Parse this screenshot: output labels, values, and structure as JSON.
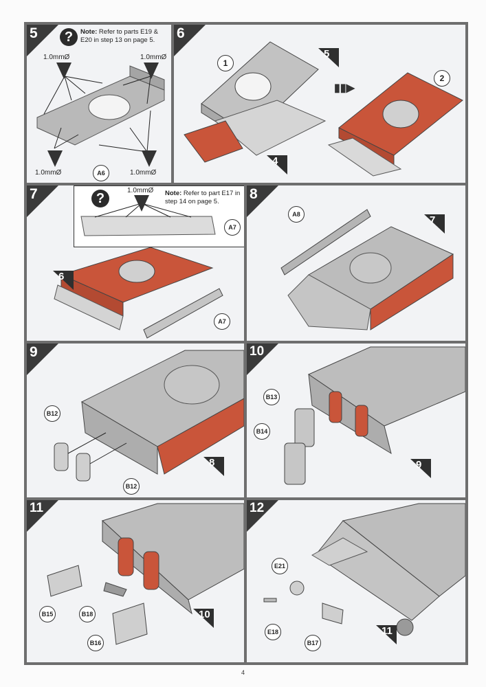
{
  "page": {
    "page_number": "4",
    "colors": {
      "part_orange": "#c9553a",
      "part_gray": "#b8b8b8",
      "frame": "#6e6e6e",
      "badge": "#3a3a3a"
    }
  },
  "steps": [
    {
      "number": "5",
      "note_label": "Note:",
      "note_text": "Refer to parts E19 & E20 in step 13 on page 5.",
      "drill_labels": [
        "1.0mmØ",
        "1.0mmØ",
        "1.0mmØ",
        "1.0mmØ"
      ],
      "parts": [
        "A6"
      ],
      "icon": "question-icon"
    },
    {
      "number": "6",
      "sub_steps": [
        "1",
        "2"
      ],
      "from_steps": [
        "5",
        "4"
      ],
      "icon": "next-arrow-icon"
    },
    {
      "number": "7",
      "note_label": "Note:",
      "note_text": "Refer to part E17 in step 14 on page 5.",
      "drill_labels": [
        "1.0mmØ"
      ],
      "parts": [
        "A7",
        "A7"
      ],
      "from_steps": [
        "6"
      ],
      "icon": "question-icon"
    },
    {
      "number": "8",
      "parts": [
        "A8"
      ],
      "from_steps": [
        "7"
      ]
    },
    {
      "number": "9",
      "parts": [
        "B12",
        "B12"
      ],
      "from_steps": [
        "8"
      ]
    },
    {
      "number": "10",
      "parts": [
        "B13",
        "B14"
      ],
      "from_steps": [
        "9"
      ]
    },
    {
      "number": "11",
      "parts": [
        "B15",
        "B18",
        "B16"
      ],
      "from_steps": [
        "10"
      ]
    },
    {
      "number": "12",
      "parts": [
        "E21",
        "E18",
        "B17"
      ],
      "from_steps": [
        "11"
      ]
    }
  ]
}
